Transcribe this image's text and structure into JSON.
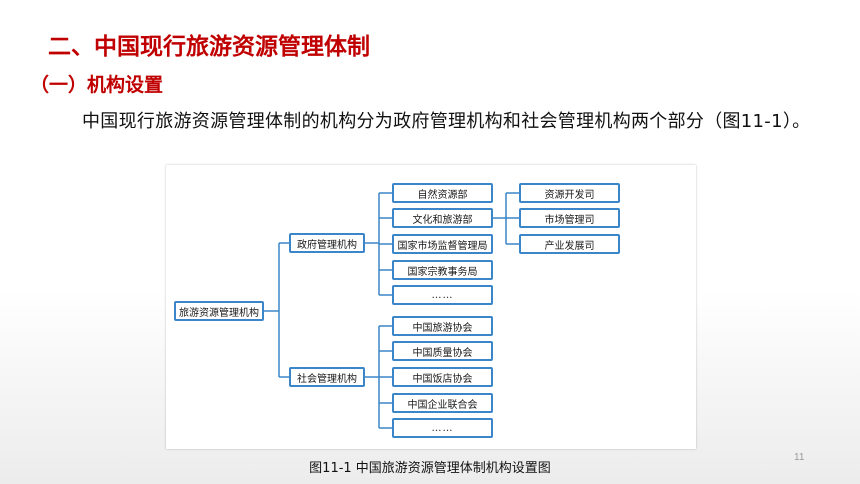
{
  "slide": {
    "title": "二、中国现行旅游资源管理体制",
    "subtitle": "（一）机构设置",
    "paragraph": "中国现行旅游资源管理体制的机构分为政府管理机构和社会管理机构两个部分（图11-1）。",
    "caption": "图11-1  中国旅游资源管理体制机构设置图",
    "page_number": "11"
  },
  "diagram": {
    "root": "旅游资源管理机构",
    "government": {
      "label": "政府管理机构",
      "children": [
        "自然资源部",
        "文化和旅游部",
        "国家市场监督管理局",
        "国家宗教事务局",
        "……"
      ],
      "sub_children": [
        "资源开发司",
        "市场管理司",
        "产业发展司"
      ]
    },
    "social": {
      "label": "社会管理机构",
      "children": [
        "中国旅游协会",
        "中国质量协会",
        "中国饭店协会",
        "中国企业联合会",
        "……"
      ]
    }
  },
  "colors": {
    "title": "#c00000",
    "node_border": "#3b86c8",
    "connector": "#3b86c8"
  }
}
